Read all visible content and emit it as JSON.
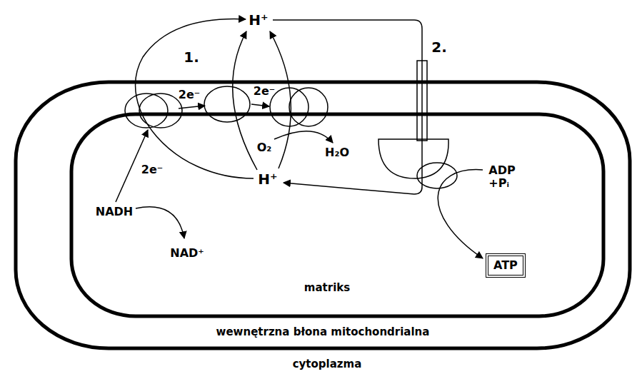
{
  "diagram": {
    "nodes": [
      {
        "text": [
          "ATP"
        ]
      }
    ],
    "labels": [
      "H⁺",
      "1.",
      "2.",
      "2e⁻",
      "2e⁻",
      "O₂",
      "H₂O",
      "2e⁻",
      "H⁺",
      "ADP +Pᵢ",
      "NADH",
      "NAD⁺",
      "matriks",
      "wewnętrzna błona mitochondrialna",
      "cytoplazma"
    ]
  }
}
